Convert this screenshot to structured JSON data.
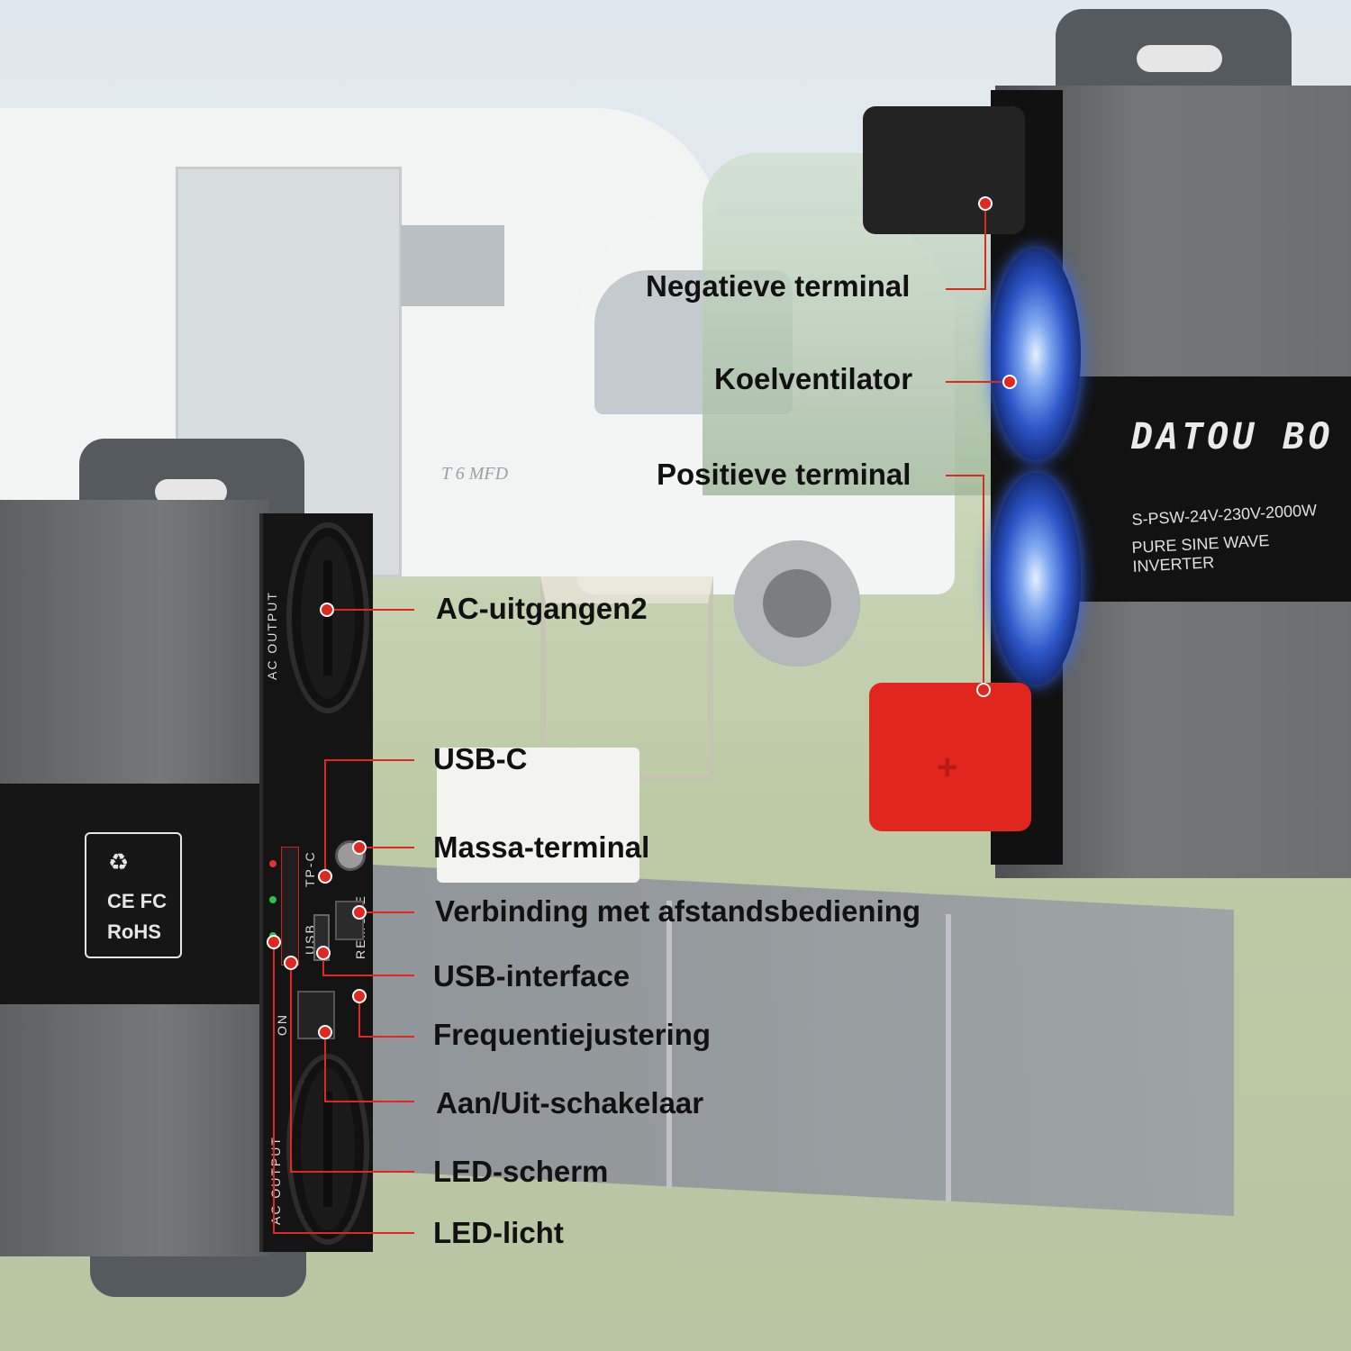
{
  "brand": "DATOU BO",
  "model_line_1": "S-PSW-24V-230V-2000W",
  "model_line_2": "PURE SINE WAVE INVERTER",
  "van_text": "T 6 MFD",
  "ports": {
    "ac_output_top": "AC OUTPUT",
    "ac_output_bottom": "AC OUTPUT",
    "type_c": "TP-C",
    "usb": "USB",
    "remote": "REMOTE",
    "on": "ON"
  },
  "certifications": [
    "CE FC",
    "RoHS"
  ],
  "labels": {
    "negative_terminal": "Negatieve terminal",
    "cooling_fan": "Koelventilator",
    "positive_terminal": "Positieve terminal",
    "ac_outputs": "AC-uitgangen2",
    "usb_c": "USB-C",
    "ground_terminal": "Massa-terminal",
    "remote_connection": "Verbinding met afstandsbediening",
    "usb_interface": "USB-interface",
    "frequency_adjust": "Frequentiejustering",
    "power_switch": "Aan/Uit-schakelaar",
    "led_screen": "LED-scherm",
    "led_light": "LED-licht"
  },
  "colors": {
    "callout": "#e0281e",
    "inverter_body": "#6f7275",
    "panel": "#121212",
    "positive_cap": "#e0261f"
  }
}
